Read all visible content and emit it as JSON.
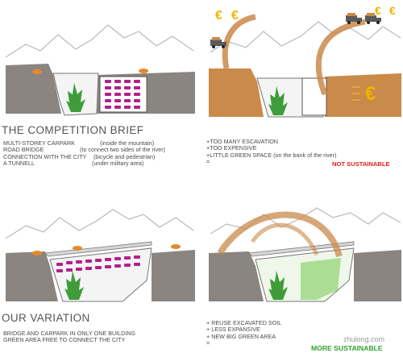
{
  "brief": {
    "heading": "THE COMPETITION BRIEF",
    "items": [
      {
        "label": "MULTI-STOREY CARPARK",
        "note": "(inside the mountain)"
      },
      {
        "label": "ROAD BRIDGE",
        "note": "(to connect two sides of the river)"
      },
      {
        "label": "CONNECTION WITH THE CITY",
        "note": "(bicycle and pedestrian)"
      },
      {
        "label": "A TUNNELL",
        "note": "(under military area)"
      }
    ]
  },
  "critique": {
    "items": [
      "+TOO MANY ESCAVATION",
      "+TOO EXPENSIVE",
      "+LITTLE GREEN SPACE (on the bank of the river)",
      "="
    ],
    "verdict": "NOT SUSTAINABLE",
    "verdict_color": "#e21b1b",
    "currency_symbol": "€"
  },
  "variation": {
    "heading": "OUR VARIATION",
    "items": [
      "BRIDGE AND CARPARK IN ONLY ONE BUILDING",
      "GREEN AREA  FREE TO CONNECT THE CITY"
    ]
  },
  "benefits": {
    "items": [
      "+ REUSE EXCAVATED SOIL",
      "+ LESS EXPANSIVE",
      "+ NEW BIG GREEN AREA",
      "="
    ],
    "verdict": "MORE SUSTAINABLE",
    "verdict_color": "#2fa32f"
  },
  "watermark": "zhulong.com",
  "colors": {
    "ground": "#8a8580",
    "excavation": "#c98a4a",
    "car": "#b3208c",
    "tree": "#3f9c3a",
    "mountain": "#b9b9b9"
  }
}
